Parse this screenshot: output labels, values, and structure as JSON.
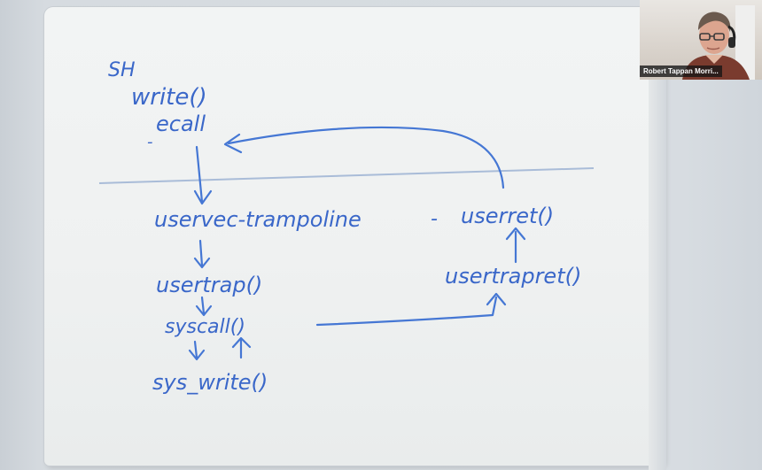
{
  "whiteboard": {
    "lines": {
      "sh": "SH",
      "write": "write()",
      "ecall": "ecall",
      "dash_mark": "-",
      "uservec": "uservec-trampoline",
      "uservec_dash": "-",
      "userret": "userret()",
      "usertrap": "usertrap()",
      "usertrapret": "usertrapret()",
      "syscall": "syscall()",
      "sys_write": "sys_write()"
    },
    "ink_color": "#3a67c9"
  },
  "participant": {
    "name": "Robert Tappan Morri..."
  }
}
